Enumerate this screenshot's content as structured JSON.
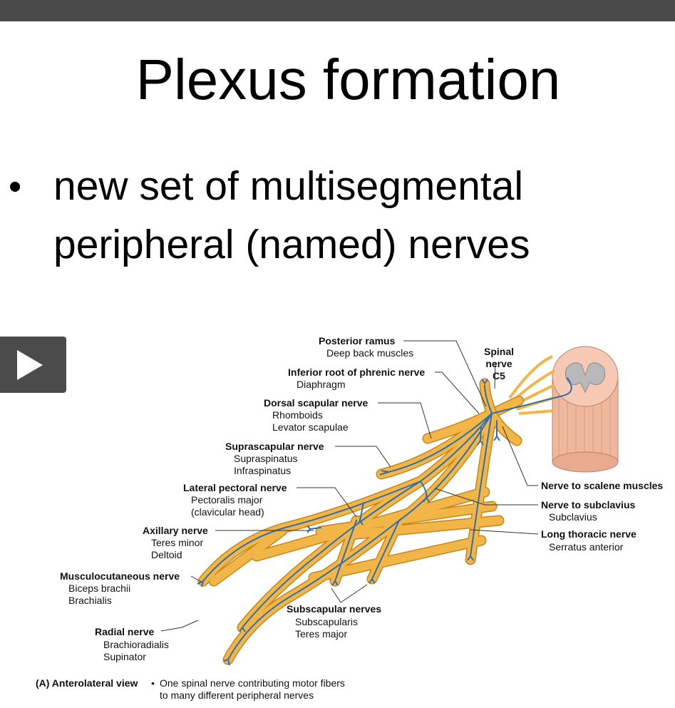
{
  "slide": {
    "title": "Plexus formation",
    "bullet_line1": "new set of multisegmental",
    "bullet_line2": "peripheral (named) nerves"
  },
  "player": {
    "play_icon": "play-icon"
  },
  "diagram": {
    "spinal_nerve": [
      "Spinal",
      "nerve",
      "C5"
    ],
    "posterior_ramus": "Posterior ramus",
    "deep_back_muscles": "Deep back muscles",
    "phrenic": "Inferior root of phrenic nerve",
    "diaphragm": "Diaphragm",
    "dorsal_scapular": "Dorsal scapular nerve",
    "rhomboids": "Rhomboids",
    "levator_scapulae": "Levator scapulae",
    "suprascapular": "Suprascapular nerve",
    "supraspinatus": "Supraspinatus",
    "infraspinatus": "Infraspinatus",
    "lateral_pectoral": "Lateral pectoral nerve",
    "pectoralis_major": "Pectoralis major",
    "clavicular_head": "(clavicular head)",
    "axillary": "Axillary nerve",
    "teres_minor": "Teres minor",
    "deltoid": "Deltoid",
    "musculocutaneous": "Musculocutaneous nerve",
    "biceps_brachii": "Biceps brachii",
    "brachialis": "Brachialis",
    "radial": "Radial nerve",
    "brachioradialis": "Brachioradialis",
    "supinator": "Supinator",
    "subscapular": "Subscapular nerves",
    "subscapularis": "Subscapularis",
    "teres_major": "Teres major",
    "scalene": "Nerve to scalene muscles",
    "subclavius_nerve": "Nerve to subclavius",
    "subclavius": "Subclavius",
    "long_thoracic": "Long thoracic nerve",
    "serratus_anterior": "Serratus anterior",
    "caption_view": "(A) Anterolateral view",
    "caption_bullet": "•",
    "caption_line1": "One spinal nerve contributing motor fibers",
    "caption_line2": "to many different peripheral nerves",
    "colors": {
      "nerve": "#f2b648",
      "nerve_outline": "#c8861a",
      "motor_fiber": "#2f6fae",
      "cord": "#f0b8a0"
    }
  }
}
